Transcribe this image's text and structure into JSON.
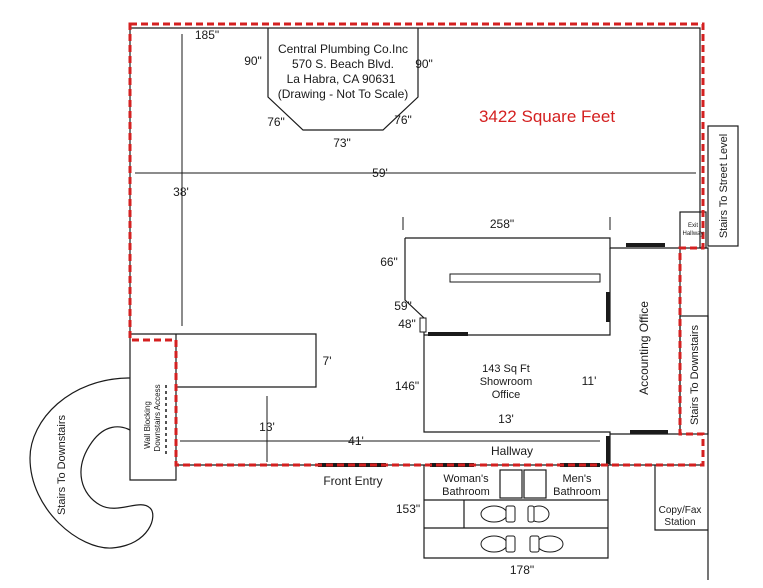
{
  "company": {
    "name": "Central Plumbing Co.Inc",
    "street": "570 S. Beach Blvd.",
    "city": "La Habra, CA 90631",
    "note": "(Drawing - Not To Scale)"
  },
  "area_label": "3422 Square Feet",
  "colors": {
    "boundary": "#d42020",
    "walls": "#1a1a1a",
    "area_text": "#d42020"
  },
  "dimensions": {
    "top_width": "185\"",
    "bay_left": "90\"",
    "bay_right": "90\"",
    "bay_diag_left": "76\"",
    "bay_diag_right": "76\"",
    "bay_bottom": "73\"",
    "overall_width": "59'",
    "overall_depth": "38'",
    "office_width": "258\"",
    "office_height": "66\"",
    "office_diag": "59\"",
    "office_notch": "48\"",
    "wing_depth": "7'",
    "showroom_depth": "146\"",
    "showroom_inner": "11'",
    "showroom_width": "13'",
    "wing_width": "13'",
    "hall_length": "41'",
    "bath_depth": "153\"",
    "bath_width": "178\""
  },
  "rooms": {
    "showroom_area": "143 Sq Ft",
    "showroom_name": "Showroom",
    "showroom_office": "Office",
    "accounting": "Accounting Office",
    "hallway": "Hallway",
    "front_entry": "Front Entry",
    "womens_1": "Woman's",
    "womens_2": "Bathroom",
    "mens_1": "Men's",
    "mens_2": "Bathroom",
    "copy_1": "Copy/Fax",
    "copy_2": "Station",
    "exit_1": "Exit",
    "exit_2": "Hallway",
    "stairs_street": "Stairs To Street Level",
    "stairs_down_right": "Stairs To Downstairs",
    "stairs_down_left": "Stairs To Downstairs",
    "wall_blocking_1": "Wall Blocking",
    "wall_blocking_2": "Downstairs Access"
  }
}
